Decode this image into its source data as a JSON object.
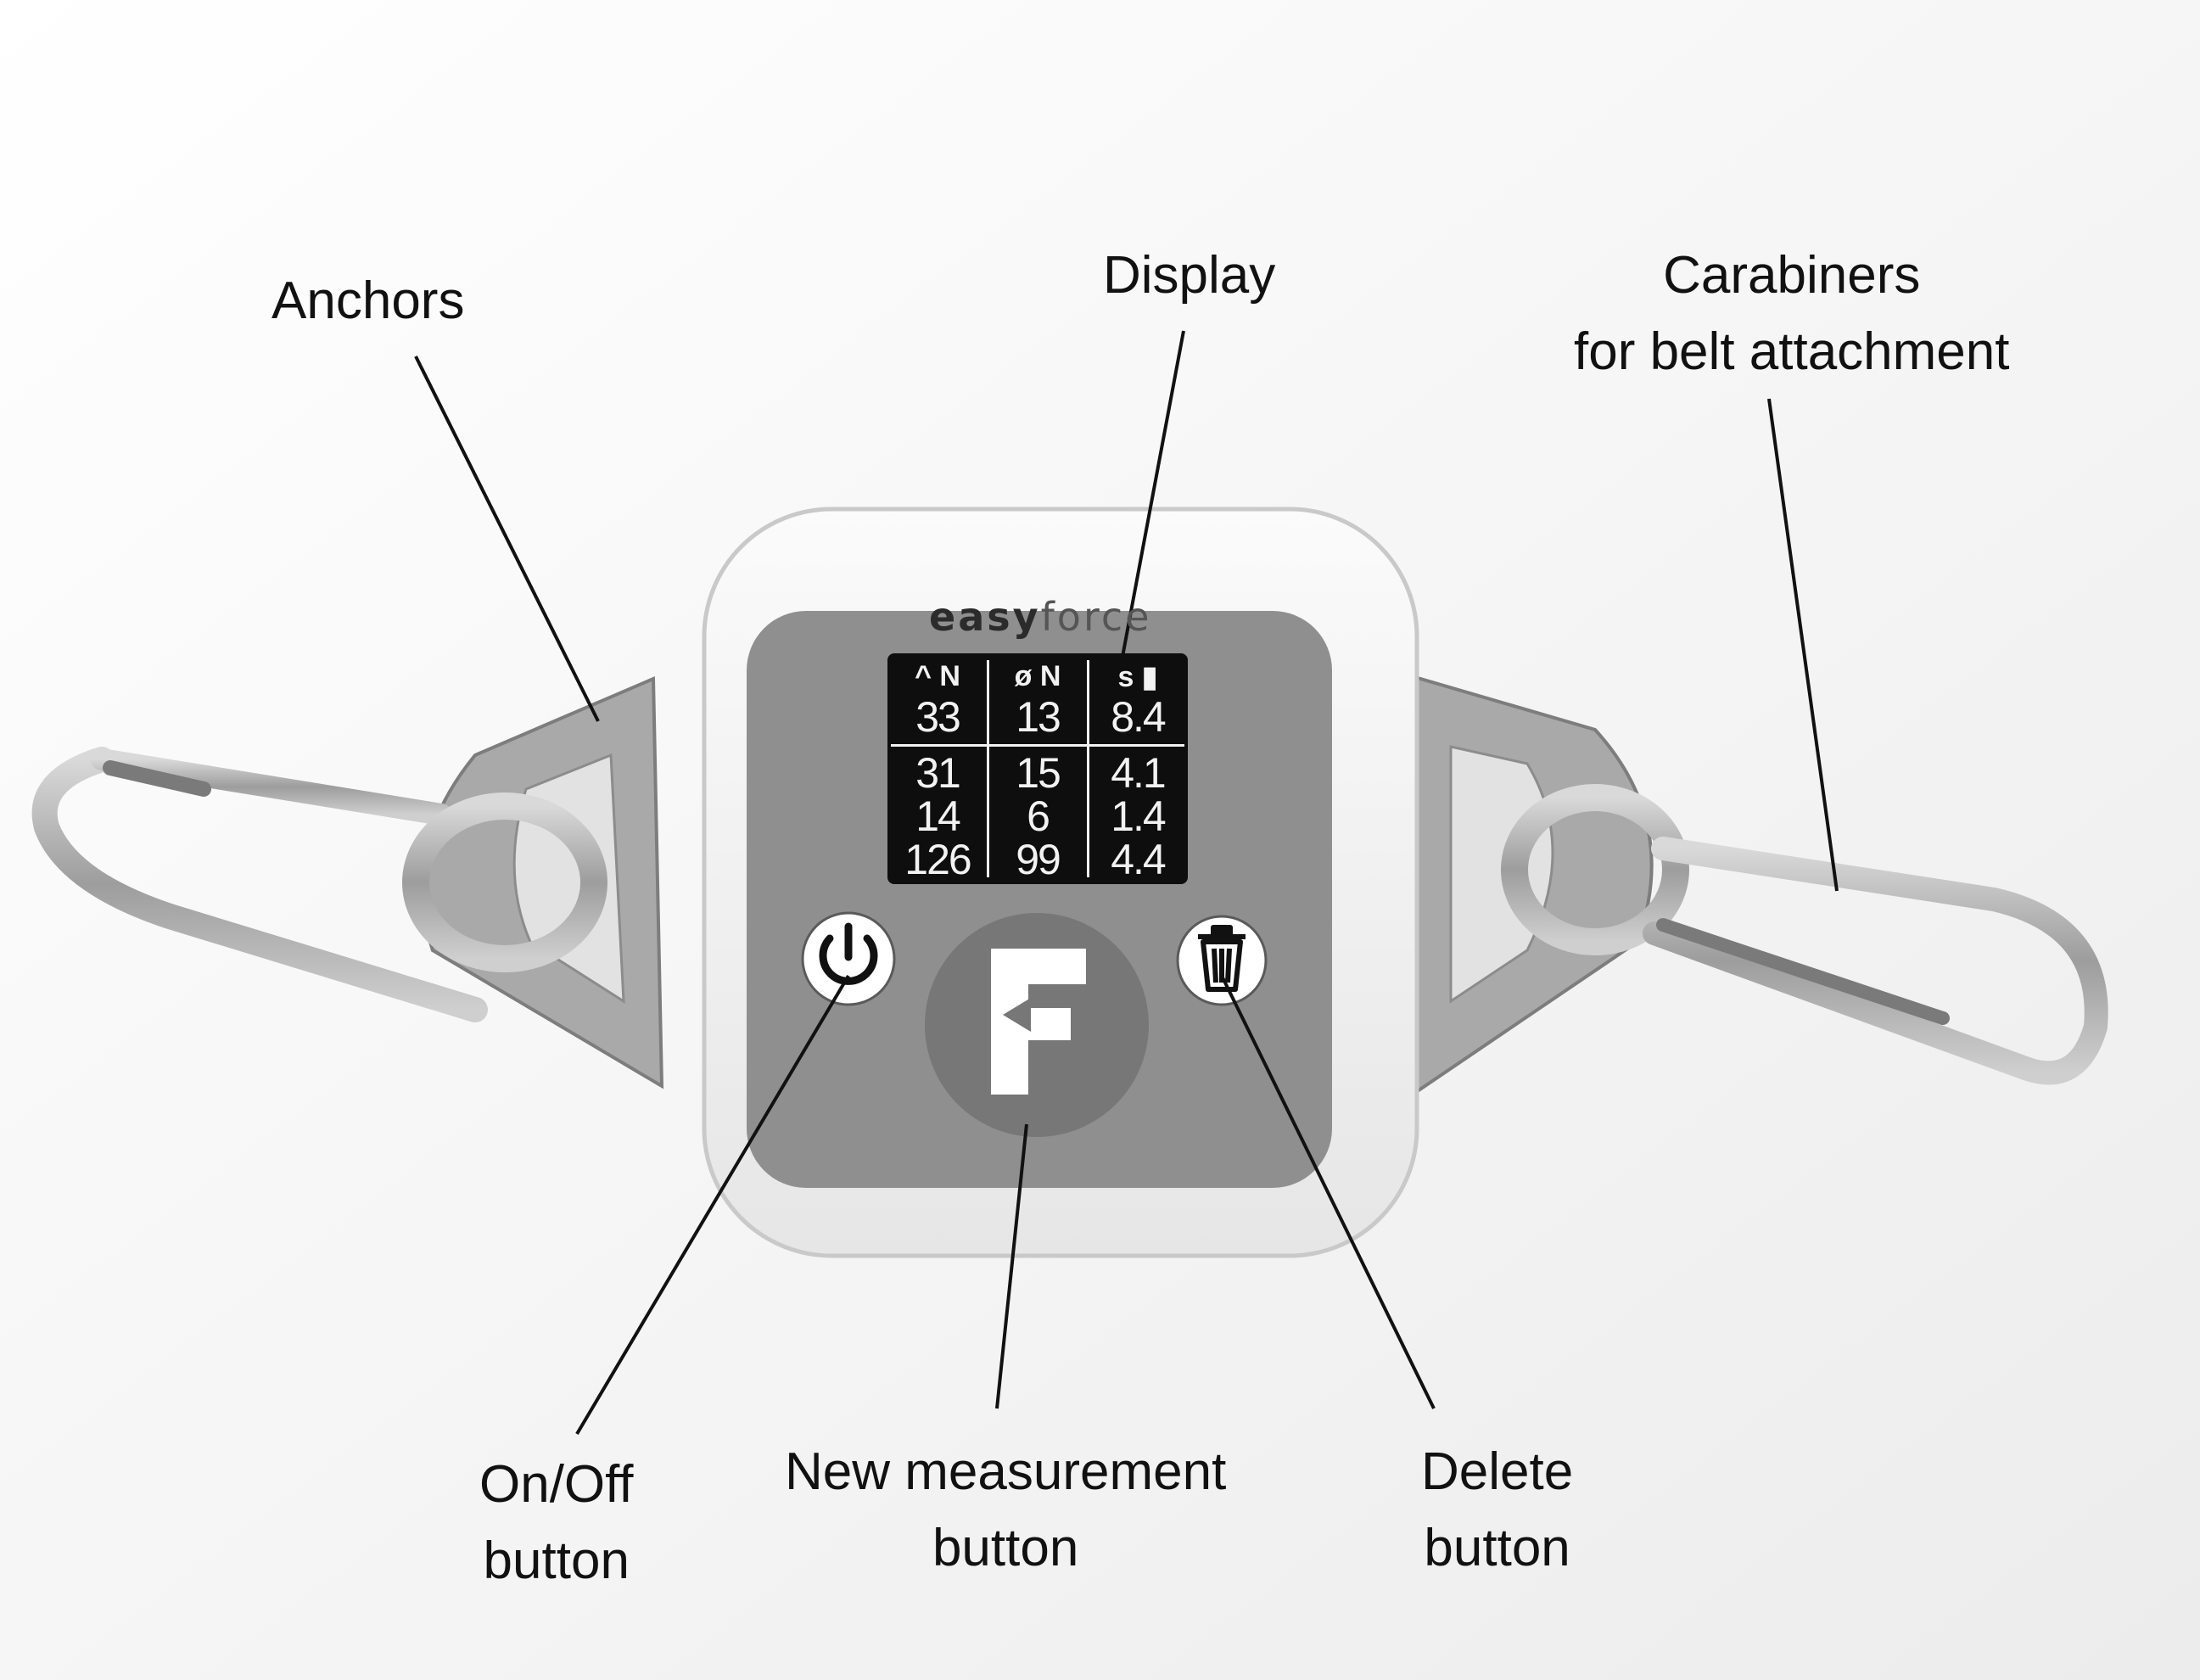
{
  "labels": {
    "anchors": "Anchors",
    "display": "Display",
    "carabiners_line1": "Carabiners",
    "carabiners_line2": "for belt attachment",
    "onoff_line1": "On/Off",
    "onoff_line2": "button",
    "new_measurement_line1": "New measurement",
    "new_measurement_line2": "button",
    "delete_line1": "Delete",
    "delete_line2": "button"
  },
  "device": {
    "brand_bold": "easy",
    "brand_thin": "force",
    "screen_header": [
      "^ N",
      "ø N",
      "s ▮"
    ],
    "screen_rows": [
      [
        "33",
        "13",
        "8.4"
      ],
      [
        "31",
        "15",
        "4.1"
      ],
      [
        "14",
        "6",
        "1.4"
      ],
      [
        "126",
        "99",
        "4.4"
      ]
    ]
  },
  "colors": {
    "background": "#ffffff",
    "housing": "#f4f4f4",
    "faceplate": "#8f8f8f",
    "screen": "#0e0e0e",
    "metal": "#b9b9b9",
    "leader_line": "#111111"
  }
}
